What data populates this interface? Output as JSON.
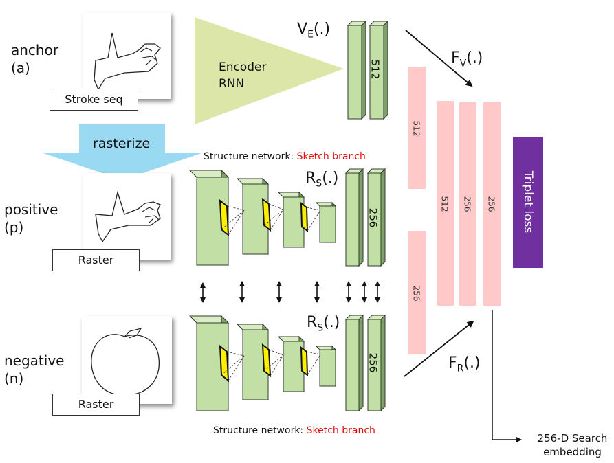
{
  "labels": {
    "anchor": "anchor",
    "anchor_sym": "(a)",
    "positive": "positive",
    "positive_sym": "(p)",
    "negative": "negative",
    "negative_sym": "(n)"
  },
  "captions": {
    "stroke_seq": "Stroke seq",
    "raster_pos": "Raster",
    "raster_neg": "Raster"
  },
  "rasterize": "rasterize",
  "encoder": {
    "line1": "Encoder",
    "line2": "RNN"
  },
  "functions": {
    "ve_main": "V",
    "ve_sub": "E",
    "ve_arg": "(.)",
    "rs1_main": "R",
    "rs1_sub": "S",
    "rs1_arg": "(.)",
    "rs2_main": "R",
    "rs2_sub": "S",
    "rs2_arg": "(.)",
    "fv_main": "F",
    "fv_sub": "V",
    "fv_arg": "(.)",
    "fr_main": "F",
    "fr_sub": "R",
    "fr_arg": "(.)"
  },
  "structure_network": {
    "prefix": "Structure network: ",
    "branch": "Sketch branch"
  },
  "layer_dims": {
    "ve_fc": "512",
    "rs_fc": "256",
    "rs2_fc": "256",
    "pink_top": "512",
    "pink_bottom": "256",
    "pink_c1": "512",
    "pink_c2": "256",
    "pink_c3": "256"
  },
  "triplet_loss": "Triplet loss",
  "output": {
    "line1": "256-D Search",
    "line2": "embedding"
  },
  "colors": {
    "encoder_fill": "#dde6a9",
    "cnn_fill": "#c2dfa6",
    "cnn_stroke": "#2f3b2a",
    "kernel_fill": "#ffee00",
    "pink": "#ffc9c9",
    "triplet": "#7030a0",
    "rasterize_arrow": "#9ad9f2",
    "red_text": "#e01010"
  }
}
